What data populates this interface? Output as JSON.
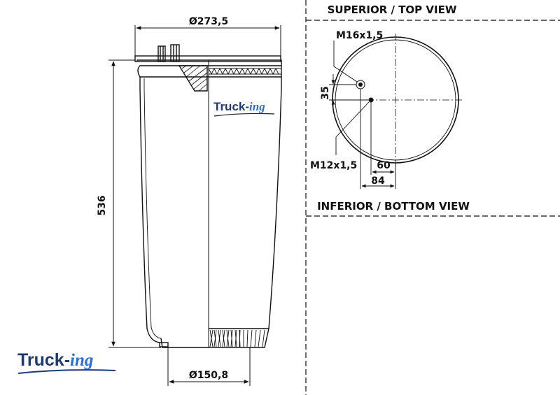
{
  "drawing": {
    "dim_top_diameter": "Ø273,5",
    "dim_bottom_diameter": "Ø150,8",
    "dim_height": "536"
  },
  "top_view": {
    "title": "SUPERIOR / TOP VIEW",
    "thread_large": "M16x1,5",
    "thread_small": "M12x1,5",
    "dim_vertical": "35",
    "dim_60": "60",
    "dim_84": "84"
  },
  "bottom_view": {
    "title": "INFERIOR / BOTTOM VIEW"
  },
  "brand": {
    "name": "Truck-",
    "suffix": "ing"
  },
  "colors": {
    "line": "#111111",
    "brand_dark": "#1f3a73",
    "brand_accent": "#2b6fd6"
  }
}
